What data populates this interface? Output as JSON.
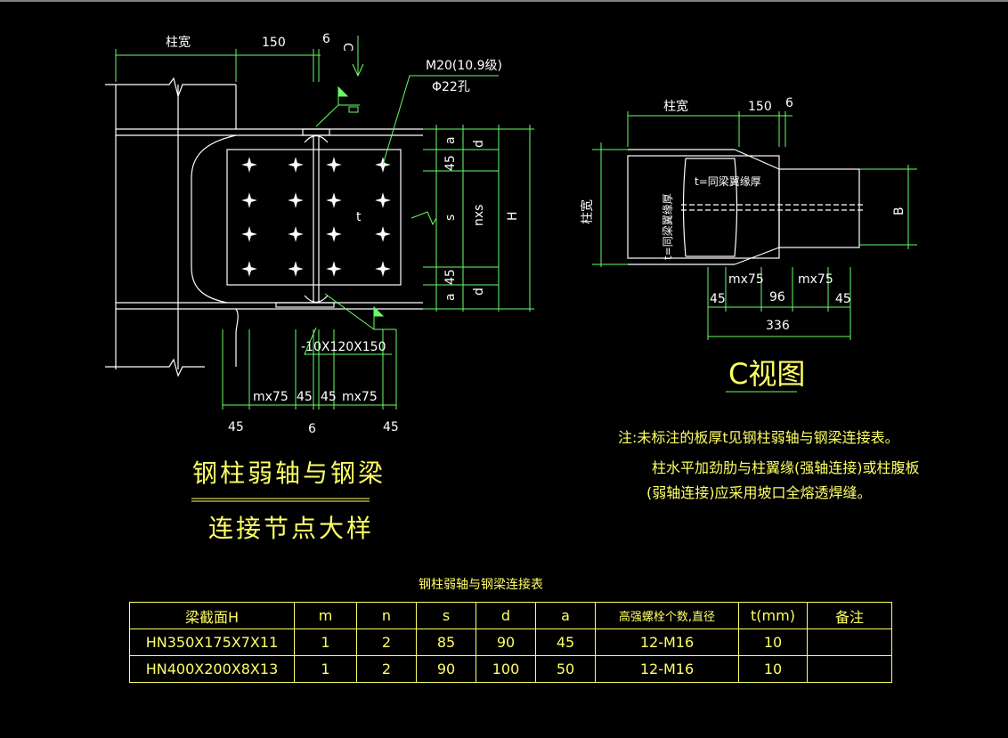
{
  "main_detail": {
    "dims": {
      "col_width": "柱宽",
      "d150": "150",
      "d6_top": "6",
      "view_mark": "C",
      "bolt_spec": "M20(10.9级)",
      "hole_spec": "Φ22孔",
      "a_top": "a",
      "d_top": "d",
      "d45_top": "45",
      "s_label": "s",
      "nxs": "nxs",
      "H": "H",
      "d45_bot": "45",
      "a_bot": "a",
      "d_bot": "d",
      "t_label": "t",
      "plate_spec": "-10X120X150",
      "mx75_left": "mx75",
      "d45_l": "45",
      "d45_r": "45",
      "mx75_right": "mx75",
      "b45_left": "45",
      "b6": "6",
      "b45_right": "45"
    },
    "title_line1": "钢柱弱轴与钢梁",
    "title_line2": "连接节点大样"
  },
  "c_view": {
    "col_width_top": "柱宽",
    "d150": "150",
    "d6": "6",
    "col_width_side": "柱宽",
    "stiffener_label": "t=同梁翼缘厚",
    "plate_label": "t=同梁翼缘厚",
    "B": "B",
    "mx75_l": "mx75",
    "mx75_r": "mx75",
    "d45_l": "45",
    "d96": "96",
    "d45_r": "45",
    "d336": "336",
    "title": "C视图"
  },
  "notes": {
    "line1": "注:未标注的板厚t见钢柱弱轴与钢梁连接表。",
    "line2": "柱水平加劲肋与柱翼缘(强轴连接)或柱腹板",
    "line3": "(弱轴连接)应采用坡口全熔透焊缝。"
  },
  "table": {
    "caption": "钢柱弱轴与钢梁连接表",
    "headers": [
      "梁截面H",
      "m",
      "n",
      "s",
      "d",
      "a",
      "高强螺栓个数,直径",
      "t(mm)",
      "备注"
    ],
    "rows": [
      [
        "HN350X175X7X11",
        "1",
        "2",
        "85",
        "90",
        "45",
        "12-M16",
        "10",
        ""
      ],
      [
        "HN400X200X8X13",
        "1",
        "2",
        "90",
        "100",
        "50",
        "12-M16",
        "10",
        ""
      ]
    ]
  },
  "colors": {
    "background": "#000000",
    "geometry": "#ffffff",
    "dimension": "#66ff66",
    "text": "#ffff66"
  }
}
